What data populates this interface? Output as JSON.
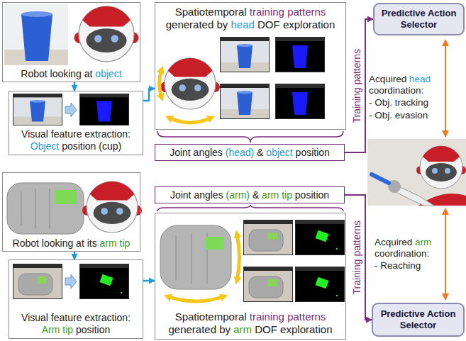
{
  "diagram": {
    "nodes": [
      {
        "text": [
          "Robot looking at object"
        ]
      },
      {
        "text": [
          "Visual feature extraction: Object position (cup)"
        ]
      },
      {
        "text": [
          "Spatiotemporal training patterns generated by head DOF exploration"
        ]
      },
      {
        "text": [
          "Joint angles (head) & object position"
        ]
      },
      {
        "text": [
          "Predictive Action Selector"
        ]
      },
      {
        "text": [
          "Robot looking at its arm tip"
        ]
      },
      {
        "text": [
          "Visual feature extraction: Arm tip position"
        ]
      },
      {
        "text": [
          "Joint angles (arm) & arm tip position"
        ]
      },
      {
        "text": [
          "Spatiotemporal training patterns generated by arm DOF exploration"
        ]
      },
      {
        "text": [
          "Predictive Action Selector"
        ]
      }
    ],
    "edges": [
      {
        "from": 0,
        "to": 1,
        "arrow": "to"
      },
      {
        "from": 1,
        "to": 2,
        "arrow": "to"
      },
      {
        "from": 3,
        "to": 4,
        "label": "Training patterns",
        "arrow": "to"
      },
      {
        "from": 5,
        "to": 6,
        "arrow": "to"
      },
      {
        "from": 6,
        "to": 8,
        "arrow": "to"
      },
      {
        "from": 7,
        "to": 9,
        "label": "Training patterns",
        "arrow": "to"
      }
    ],
    "labels": [
      "Acquired head coordination:",
      "- Obj. tracking",
      "- Obj. evasion",
      "Acquired arm coordination:",
      "- Reaching"
    ]
  }
}
